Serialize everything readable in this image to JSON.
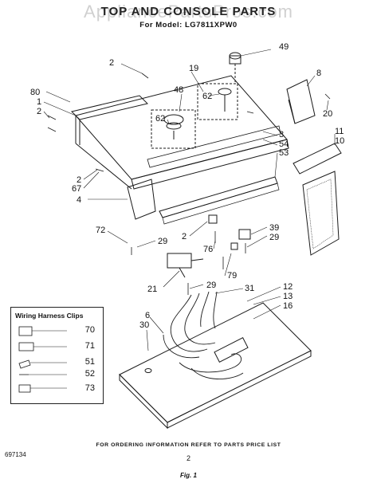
{
  "watermark": "AppliancePartsPros.com",
  "header": {
    "title": "TOP AND CONSOLE PARTS",
    "model_line": "For Model: LG7811XPW0"
  },
  "callouts": [
    "49",
    "2",
    "19",
    "8",
    "80",
    "1",
    "2",
    "48",
    "62",
    "62",
    "20",
    "3",
    "54",
    "53",
    "11",
    "10",
    "2",
    "67",
    "4",
    "72",
    "29",
    "2",
    "76",
    "39",
    "29",
    "79",
    "21",
    "29",
    "31",
    "12",
    "13",
    "16",
    "6",
    "30"
  ],
  "legend": {
    "title": "Wiring Harness Clips",
    "items": [
      "70",
      "71",
      "51",
      "52",
      "73"
    ]
  },
  "footer": {
    "ordering_note": "FOR ORDERING INFORMATION REFER TO PARTS PRICE LIST",
    "figure_id": "697134",
    "page_number": "2",
    "figure_label": "Fig. 1"
  }
}
